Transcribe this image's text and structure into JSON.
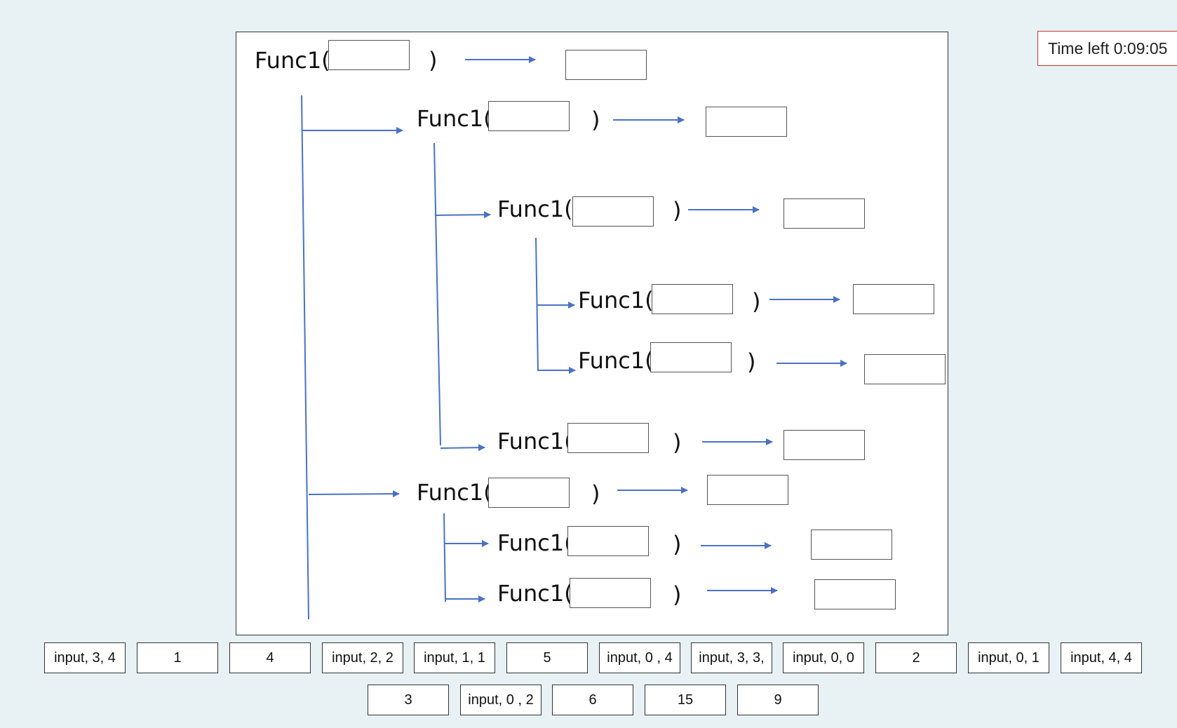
{
  "diagram": {
    "func_label": "Func1(",
    "close_paren": ")",
    "line_color": "#4a72c4"
  },
  "timer": {
    "text": "Time left 0:09:05"
  },
  "tiles": [
    "input, 3, 4",
    "1",
    "4",
    "input, 2, 2",
    "input, 1, 1",
    "5",
    "input, 0 , 4",
    "input, 3, 3,",
    "input, 0, 0",
    "2",
    "input, 0, 1",
    "input, 4, 4",
    "3",
    "input, 0 , 2",
    "6",
    "15",
    "9"
  ]
}
